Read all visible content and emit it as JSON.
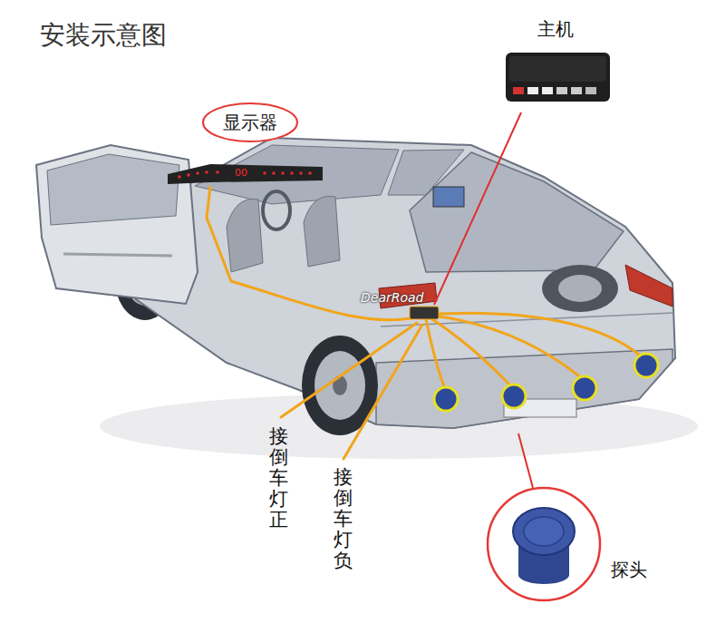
{
  "diagram": {
    "title": "安装示意图",
    "nodes": [
      {
        "text": [
          "显示器"
        ]
      },
      {
        "text": [
          "主机"
        ]
      },
      {
        "text": [
          "探头"
        ]
      }
    ],
    "labels": [
      "00",
      "DearRoad",
      "接倒车灯正",
      "接倒车灯负"
    ]
  }
}
